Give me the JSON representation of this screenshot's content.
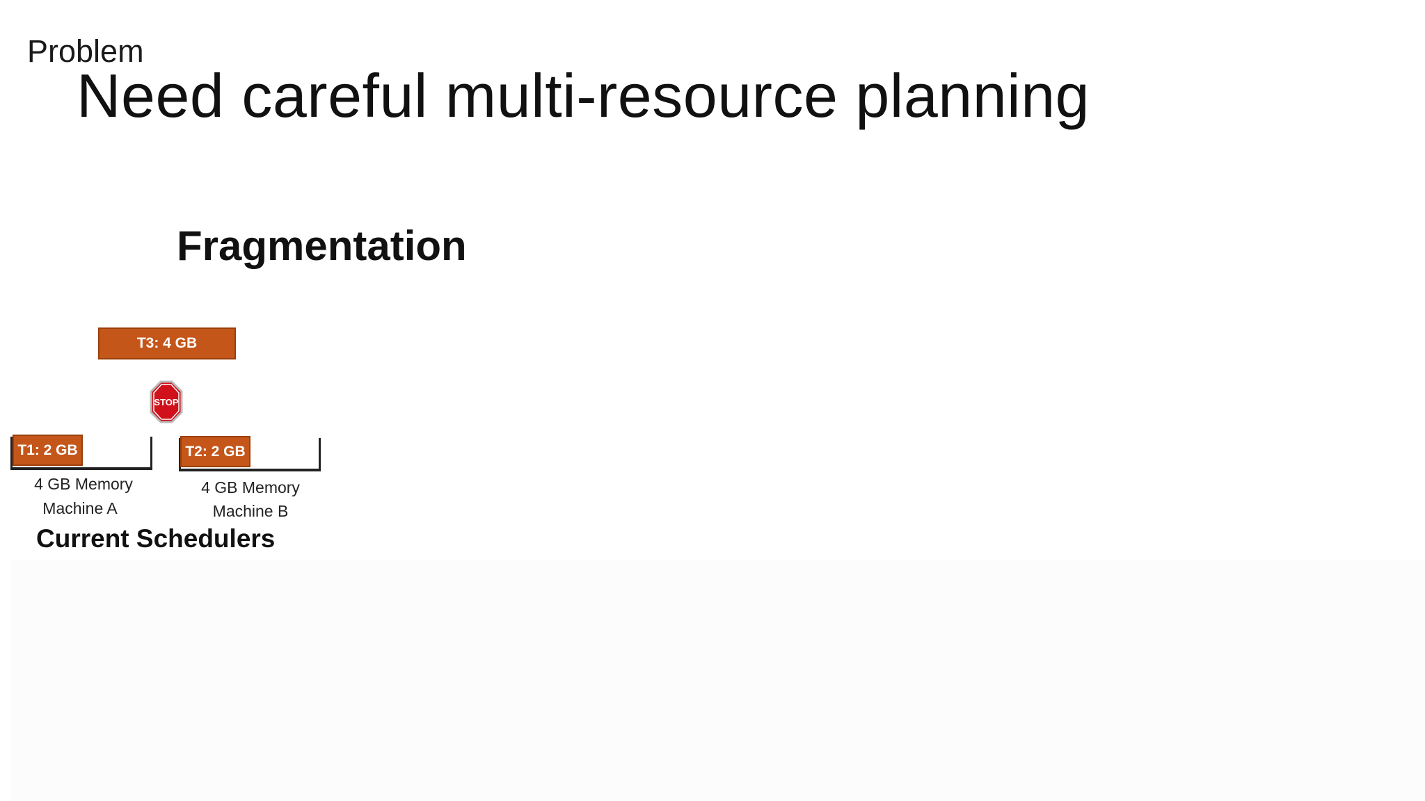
{
  "slide": {
    "section_label": "Problem",
    "title": "Need careful multi-resource planning"
  },
  "diagram": {
    "heading": "Fragmentation",
    "pending_task": {
      "label": "T3: 4 GB"
    },
    "stop_sign": {
      "text": "STOP",
      "color": "#d0101a"
    },
    "machines": [
      {
        "task_label": "T1: 2 GB",
        "memory_label": "4 GB Memory",
        "name": "Machine A"
      },
      {
        "task_label": "T2: 2 GB",
        "memory_label": "4 GB Memory",
        "name": "Machine B"
      }
    ],
    "caption": "Current Schedulers",
    "task_color": "#c4561a"
  }
}
